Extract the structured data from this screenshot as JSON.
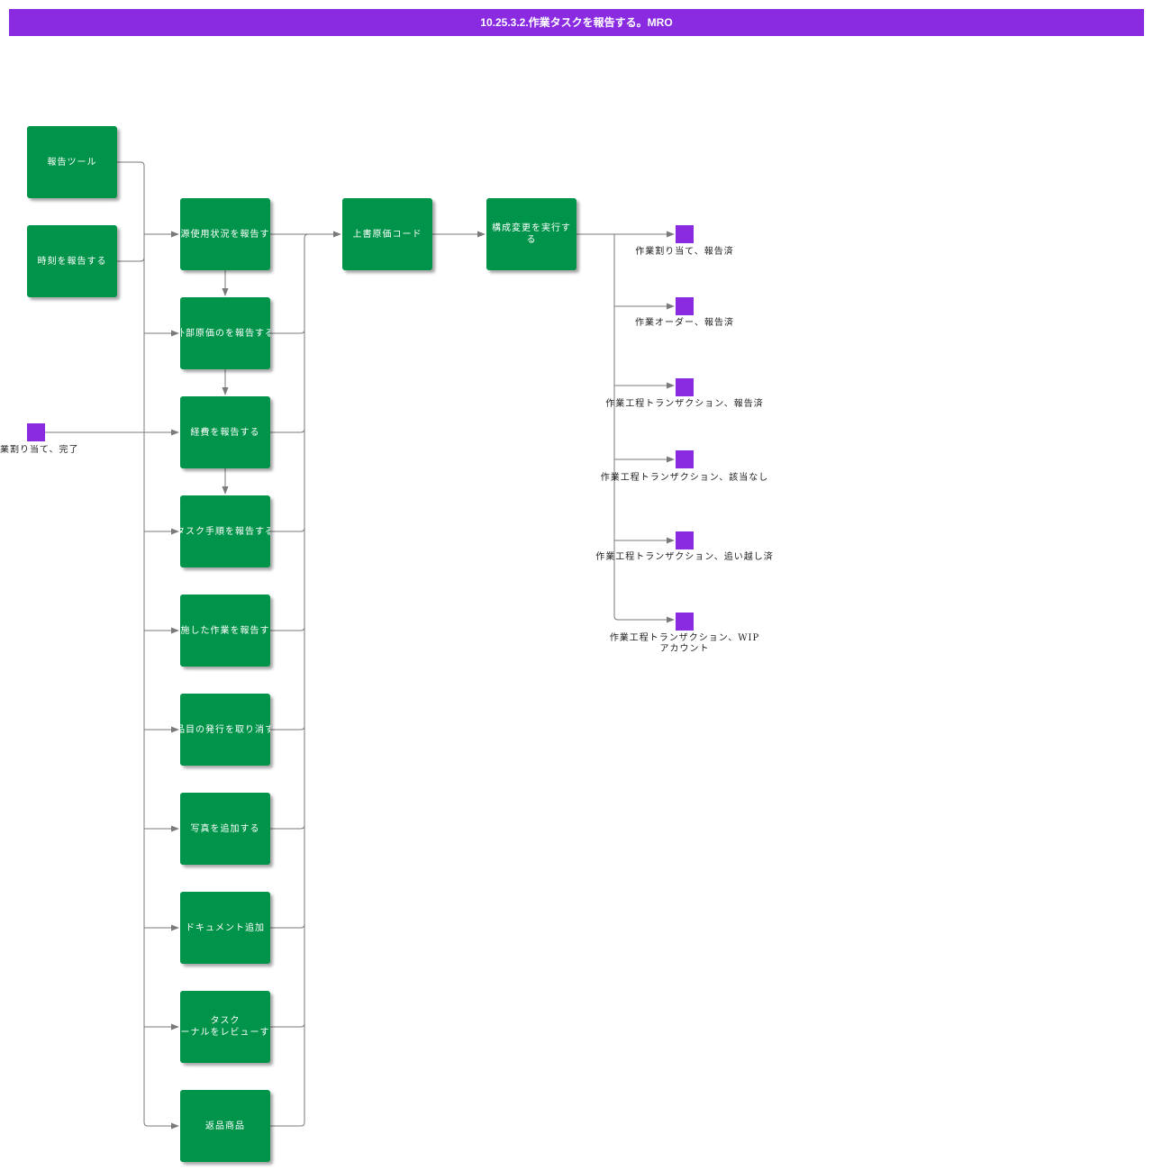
{
  "title": "10.25.3.2.作業タスクを報告する。MRO",
  "colors": {
    "accent": "#8a2be2",
    "task": "#00944a",
    "edge": "#7a7a7a",
    "text": "#222222"
  },
  "tasks": {
    "report_tools": "報告ツール",
    "report_time": "時刻を報告する",
    "report_resource_usage": "源使用状況を報告す",
    "report_external_cost": "外部原価のを報告する",
    "report_expenses": "経費を報告する",
    "report_task_steps": "タスク手順を報告する",
    "report_work_performed": "施した作業を報告す",
    "cancel_item_issue": "品目の発行を取り消す",
    "add_photo": "写真を追加する",
    "add_document": "ドキュメント追加",
    "review_task_journal": "タスク\nーナルをレビューす",
    "return_goods": "返品商品",
    "override_cost_code": "上書原価コード",
    "execute_config_change": "構成変更を実行す\nる"
  },
  "events": {
    "start": "業割り当て、完了",
    "assignment_reported": "作業割り当て、報告済",
    "order_reported": "作業オーダー、報告済",
    "op_txn_reported": "作業工程トランザクション、報告済",
    "op_txn_na": "作業工程トランザクション、該当なし",
    "op_txn_overtaken": "作業工程トランザクション、追い越し済",
    "op_txn_wip": "作業工程トランザクション、WIP\nアカウント"
  }
}
